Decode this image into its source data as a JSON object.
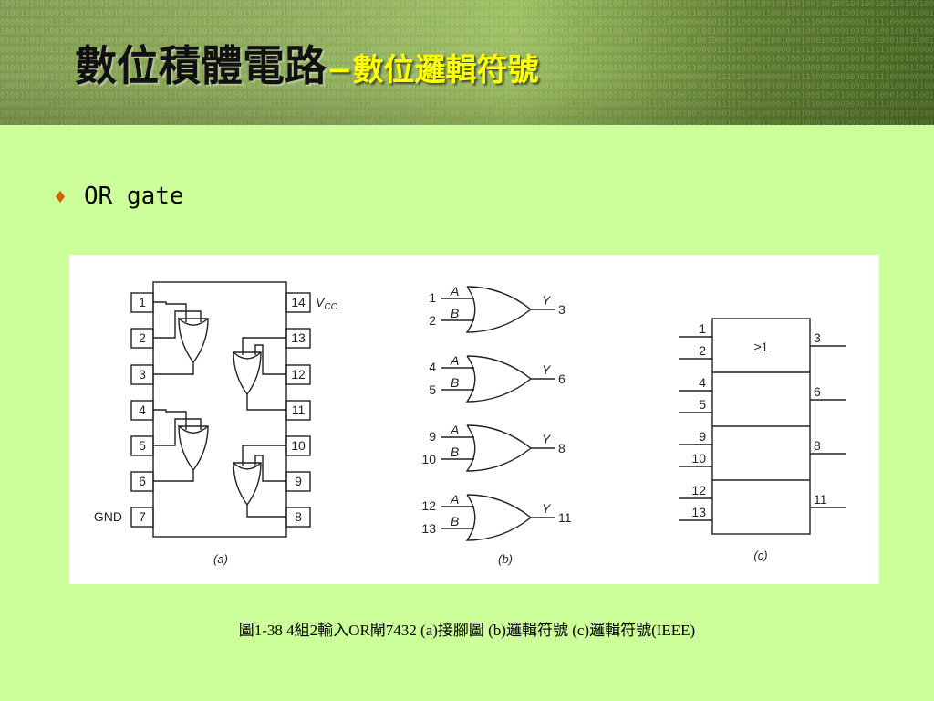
{
  "slide": {
    "title_main": "數位積體電路",
    "title_dash": "−",
    "title_sub": "數位邏輯符號",
    "bullet_text": "OR gate",
    "caption": "圖1-38  4組2輸入OR閘7432 (a)接腳圖 (b)邏輯符號 (c)邏輯符號(IEEE)"
  },
  "colors": {
    "background": "#ccff99",
    "subtitle": "#ffff00",
    "bullet": "#cc6600"
  },
  "figure": {
    "a": {
      "label": "(a)",
      "vcc": "V",
      "vcc_sub": "CC",
      "gnd": "GND",
      "left_pins": [
        "1",
        "2",
        "3",
        "4",
        "5",
        "6",
        "7"
      ],
      "right_pins": [
        "14",
        "13",
        "12",
        "11",
        "10",
        "9",
        "8"
      ]
    },
    "b": {
      "label": "(b)",
      "gates": [
        {
          "in1": "1",
          "in2": "2",
          "out": "3",
          "a": "A",
          "b": "B",
          "y": "Y"
        },
        {
          "in1": "4",
          "in2": "5",
          "out": "6",
          "a": "A",
          "b": "B",
          "y": "Y"
        },
        {
          "in1": "9",
          "in2": "10",
          "out": "8",
          "a": "A",
          "b": "B",
          "y": "Y"
        },
        {
          "in1": "12",
          "in2": "13",
          "out": "11",
          "a": "A",
          "b": "B",
          "y": "Y"
        }
      ]
    },
    "c": {
      "label": "(c)",
      "symbol": "≥1",
      "sections": [
        {
          "in1": "1",
          "in2": "2",
          "out": "3"
        },
        {
          "in1": "4",
          "in2": "5",
          "out": "6"
        },
        {
          "in1": "9",
          "in2": "10",
          "out": "8"
        },
        {
          "in1": "12",
          "in2": "13",
          "out": "11"
        }
      ]
    }
  }
}
